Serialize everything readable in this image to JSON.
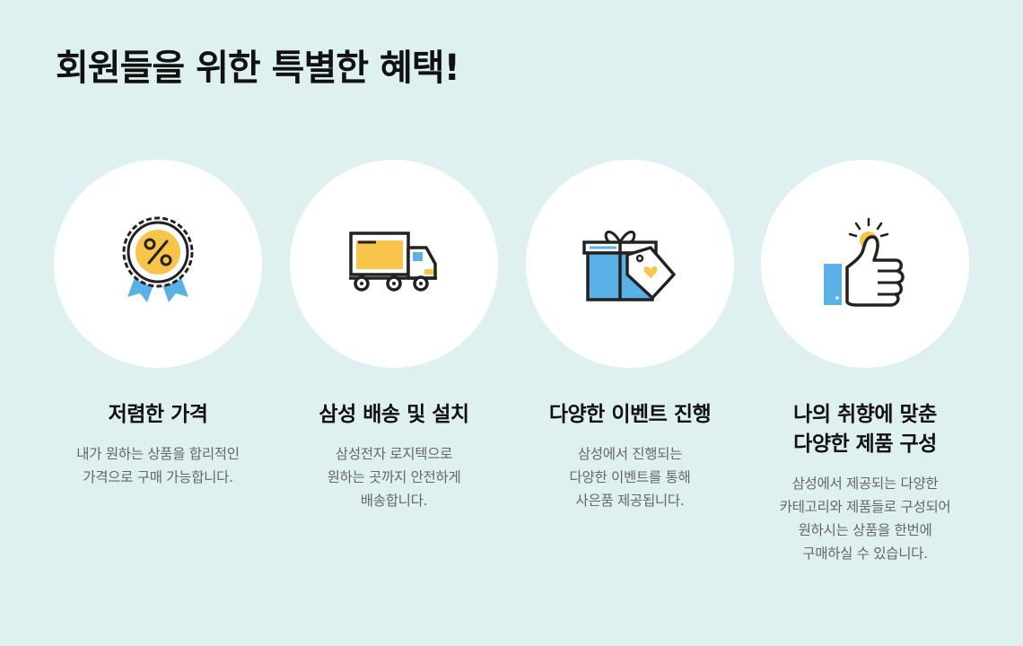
{
  "headline": "회원들을 위한 특별한 혜택!",
  "benefits": [
    {
      "icon": "discount-badge-icon",
      "title": [
        "저렴한 가격"
      ],
      "desc": [
        "내가 원하는 상품을 합리적인",
        "가격으로 구매 가능합니다."
      ]
    },
    {
      "icon": "delivery-truck-icon",
      "title": [
        "삼성 배송 및 설치"
      ],
      "desc": [
        "삼성전자 로지텍으로",
        "원하는 곳까지 안전하게",
        "배송합니다."
      ]
    },
    {
      "icon": "gift-box-tag-icon",
      "title": [
        "다양한 이벤트 진행"
      ],
      "desc": [
        "삼성에서 진행되는",
        "다양한 이벤트를 통해",
        "사은품 제공됩니다."
      ]
    },
    {
      "icon": "thumbs-up-icon",
      "title": [
        "나의 취향에 맞춘",
        "다양한 제품 구성"
      ],
      "desc": [
        "삼성에서 제공되는 다양한",
        "카테고리와 제품들로 구성되어",
        "원하시는 상품을 한번에",
        "구매하실 수 있습니다."
      ]
    }
  ],
  "colors": {
    "background": "#dff0f1",
    "circle": "#ffffff",
    "icon_yellow": "#f8c44a",
    "icon_blue": "#5ab1e6",
    "icon_stroke": "#222222",
    "title_text": "#111111",
    "desc_text": "#666666"
  }
}
